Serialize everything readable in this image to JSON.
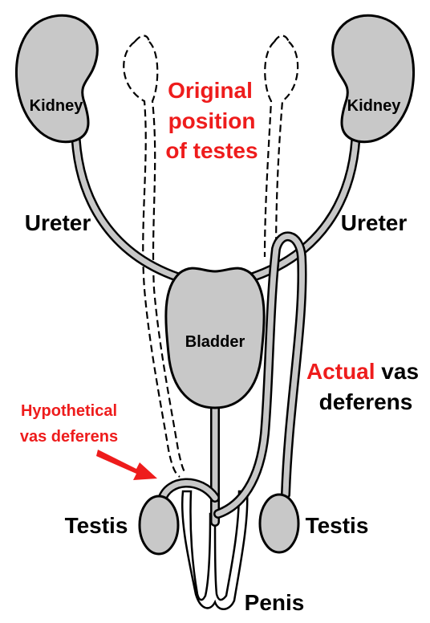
{
  "labels": {
    "kidney_left": "Kidney",
    "kidney_right": "Kidney",
    "original_line1": "Original",
    "original_line2": "position",
    "original_line3": "of testes",
    "ureter_left": "Ureter",
    "ureter_right": "Ureter",
    "bladder": "Bladder",
    "actual_word": "Actual",
    "actual_vas": " vas",
    "deferens": "deferens",
    "hypothetical_line1": "Hypothetical",
    "hypothetical_line2": "vas deferens",
    "testis_left": "Testis",
    "testis_right": "Testis",
    "penis": "Penis"
  },
  "colors": {
    "highlight": "#ee1c1c",
    "text": "#000000",
    "organ_fill": "#c8c8c8"
  }
}
